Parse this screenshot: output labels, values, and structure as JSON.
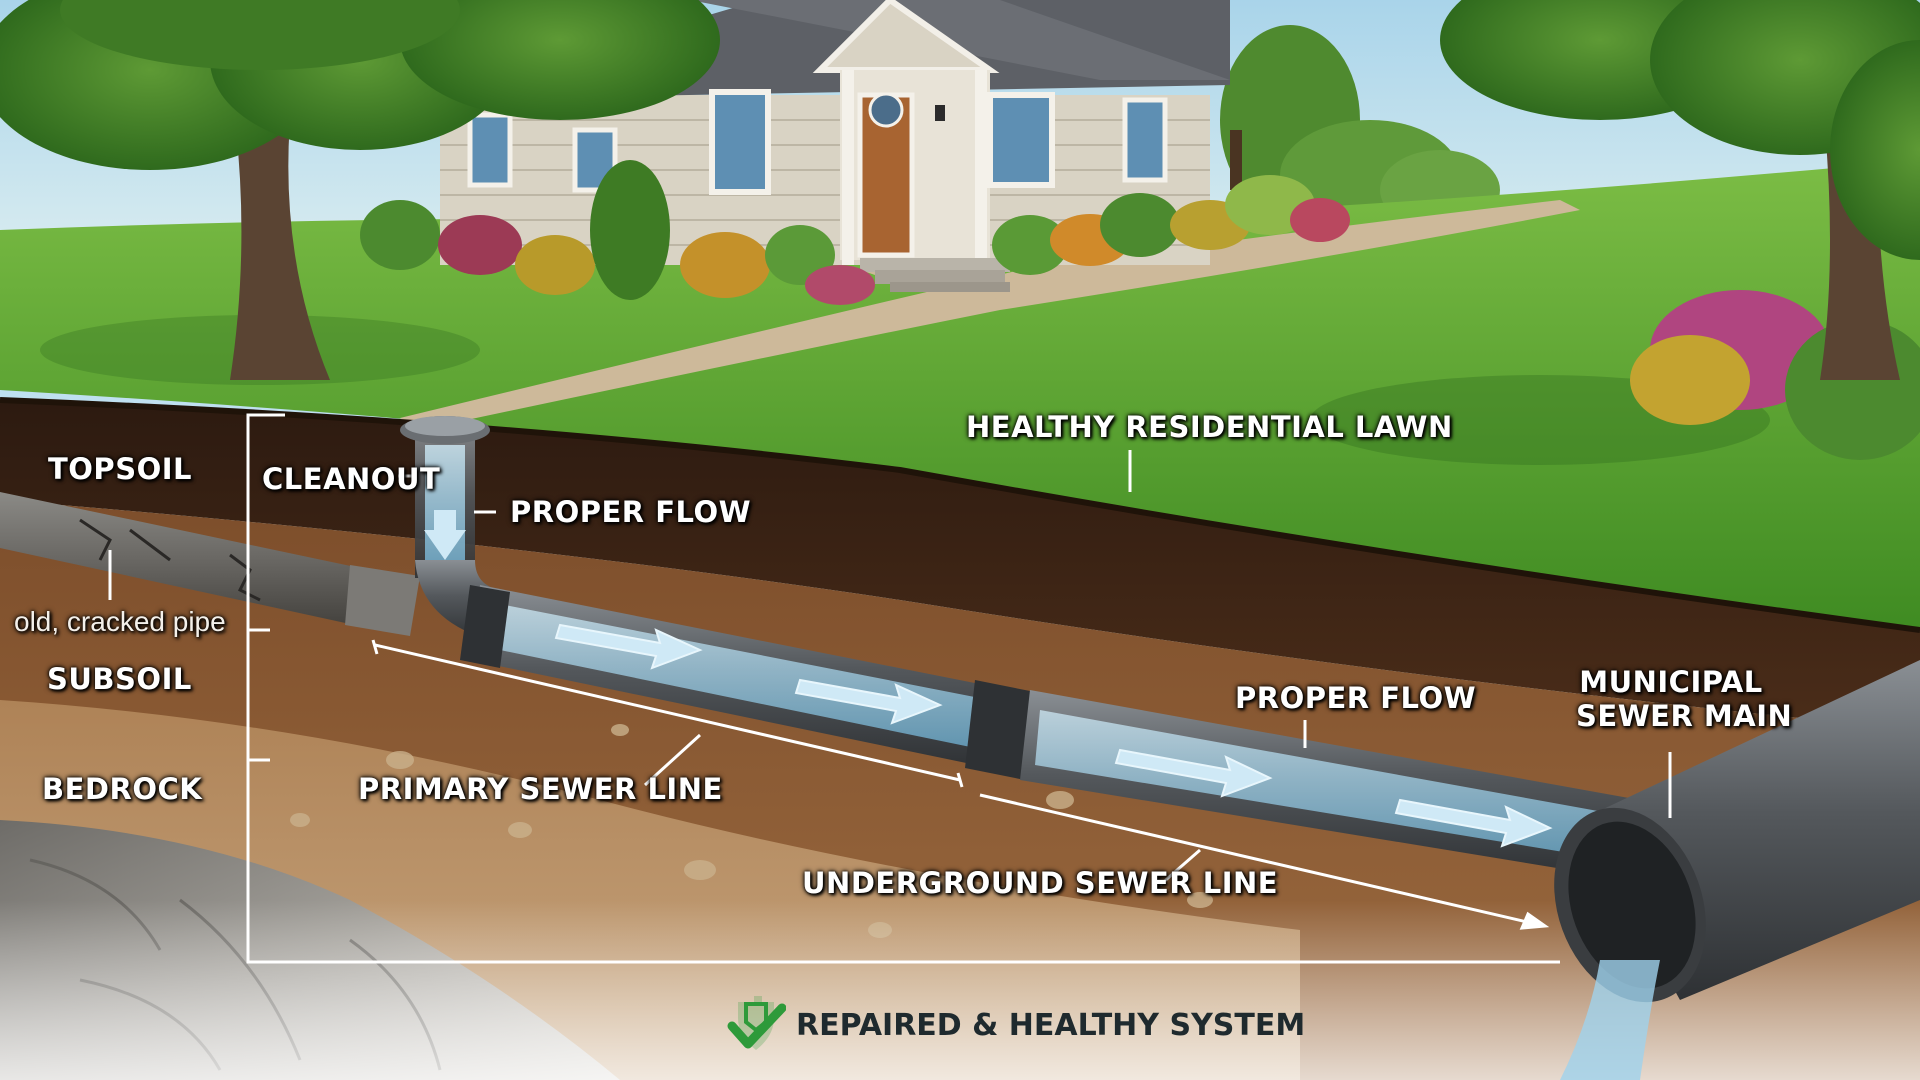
{
  "labels": {
    "topsoil": "TOPSOIL",
    "old_pipe": "old, cracked pipe",
    "subsoil": "SUBSOIL",
    "bedrock": "BEDROCK",
    "cleanout": "CLEANOUT",
    "proper_flow_top": "PROPER FLOW",
    "healthy_lawn": "HEALTHY RESIDENTIAL LAWN",
    "proper_flow_mid": "PROPER FLOW",
    "municipal_line1": "MUNICIPAL",
    "municipal_line2": "SEWER MAIN",
    "primary_line": "PRIMARY SEWER LINE",
    "underground_line": "UNDERGROUND SEWER LINE"
  },
  "status_badge": {
    "text": "REPAIRED & HEALTHY SYSTEM",
    "icon": "check-shield-icon",
    "icon_color": "#2e9a3a"
  },
  "colors": {
    "sky": "#bfe0f0",
    "lawn": "#5aa332",
    "topsoil": "#3a2416",
    "subsoil": "#8a5a34",
    "bedrock": "#8d8b86",
    "pipe": "#5b5f63",
    "water": "#9fd2ec",
    "house_siding": "#d9d3c4",
    "door": "#a86431"
  }
}
